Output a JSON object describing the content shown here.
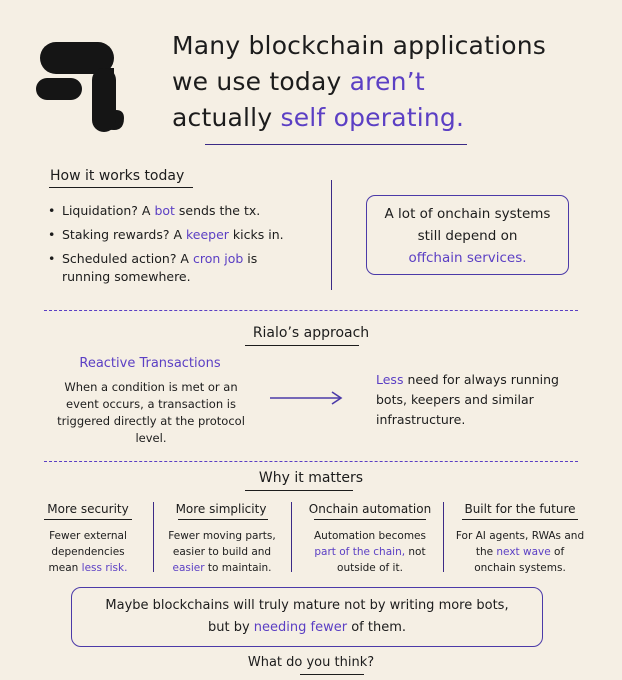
{
  "headline": {
    "line1": "Many blockchain applications",
    "line2_pre": "we use today ",
    "line2_em": "aren’t",
    "line3_pre": "actually ",
    "line3_em": "self operating."
  },
  "how_it_works": {
    "title": "How it works today",
    "bullets": [
      {
        "pre": "Liquidation?  A ",
        "em": "bot",
        "post": " sends the tx."
      },
      {
        "pre": "Staking rewards?  A ",
        "em": "keeper",
        "post": " kicks in."
      },
      {
        "pre": "Scheduled action?  A ",
        "em": "cron job",
        "post": " is running somewhere."
      }
    ],
    "callout_line1": "A lot of onchain systems",
    "callout_line2": "still depend on",
    "callout_em": "offchain services."
  },
  "approach": {
    "title": "Rialo’s approach",
    "reactive_title": "Reactive Transactions",
    "reactive_body": "When a condition is met or an event occurs, a transaction is triggered directly at the protocol level.",
    "less_em": "Less",
    "less_rest": " need for always running bots, keepers and similar infrastructure."
  },
  "why": {
    "title": "Why it matters",
    "columns": [
      {
        "title": "More security",
        "pre": "Fewer external dependencies mean ",
        "em": "less risk.",
        "post": ""
      },
      {
        "title": "More simplicity",
        "pre": "Fewer moving parts, easier to build and ",
        "em": "easier",
        "post": " to maintain."
      },
      {
        "title": "Onchain automation",
        "pre": "Automation becomes ",
        "em": "part of the chain,",
        "post": " not outside of it."
      },
      {
        "title": "Built for the future",
        "pre": "For AI agents, RWAs and the ",
        "em": "next wave",
        "post": " of onchain systems."
      }
    ]
  },
  "footer": {
    "line1": "Maybe blockchains will truly mature not by writing more bots,",
    "line2_pre": "but by ",
    "line2_em": "needing fewer",
    "line2_post": " of them.",
    "question": "What do you think?"
  },
  "colors": {
    "accent": "#5b3fc4",
    "background": "#f5efe4",
    "ink": "#1c1c1c"
  }
}
